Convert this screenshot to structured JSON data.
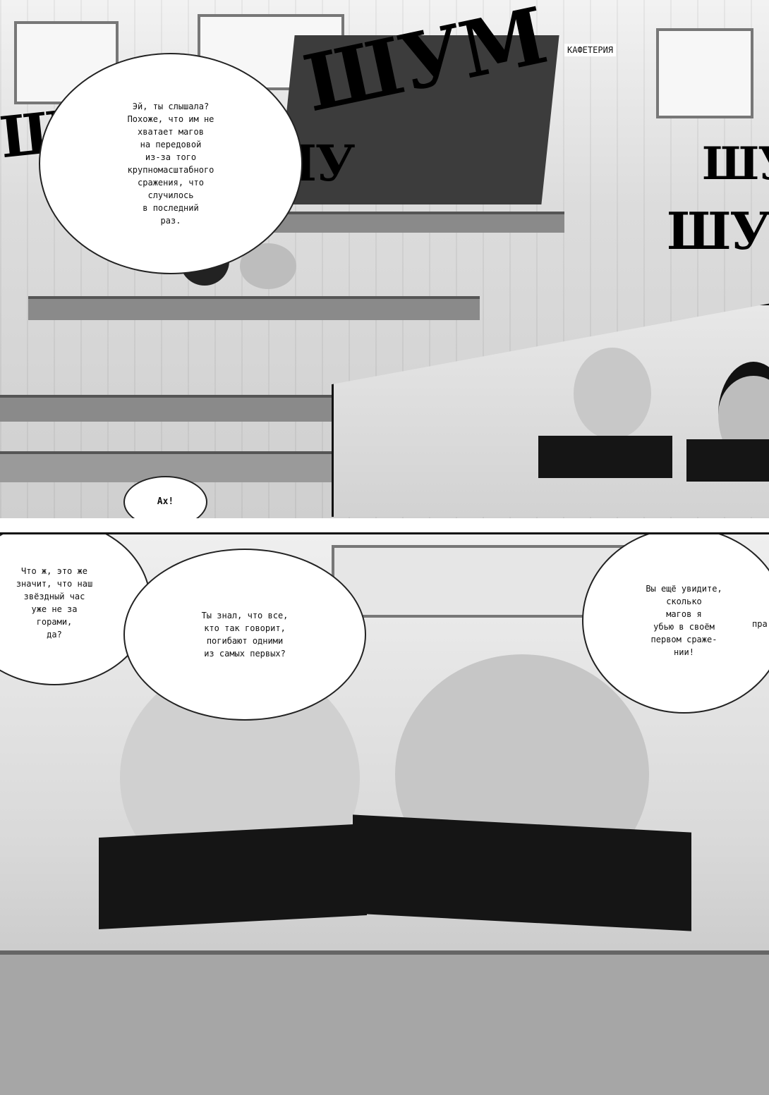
{
  "caption": {
    "location": "КАФЕТЕРИЯ"
  },
  "sfx": {
    "chatter_top": "ШУМ",
    "chatter_left": "ШУ",
    "chatter_mid": "ШУ",
    "chatter_right": "ШУ",
    "chatter_right2": "ШУ",
    "gasp": "Ах!"
  },
  "bubbles": {
    "rumor": "Эй, ты слышала?\nПохоже, что им не\nхватает магов\nна передовой\nиз-за того\nкрупномасштабного\nсражения, что\nслучилось\nв последний\nраз.",
    "means": "Что ж, это же\nзначит, что наш\nзвёздный час\nуже не за\nгорами,\nда?",
    "first_die": "Ты знал, что все,\nкто так говорит,\nпогибают одними\nиз самых первых?",
    "you_see": "Вы ещё увидите,\nсколько\nмагов я\nубью в своём\nпервом сраже-\nнии!",
    "cut_off": "пра"
  }
}
